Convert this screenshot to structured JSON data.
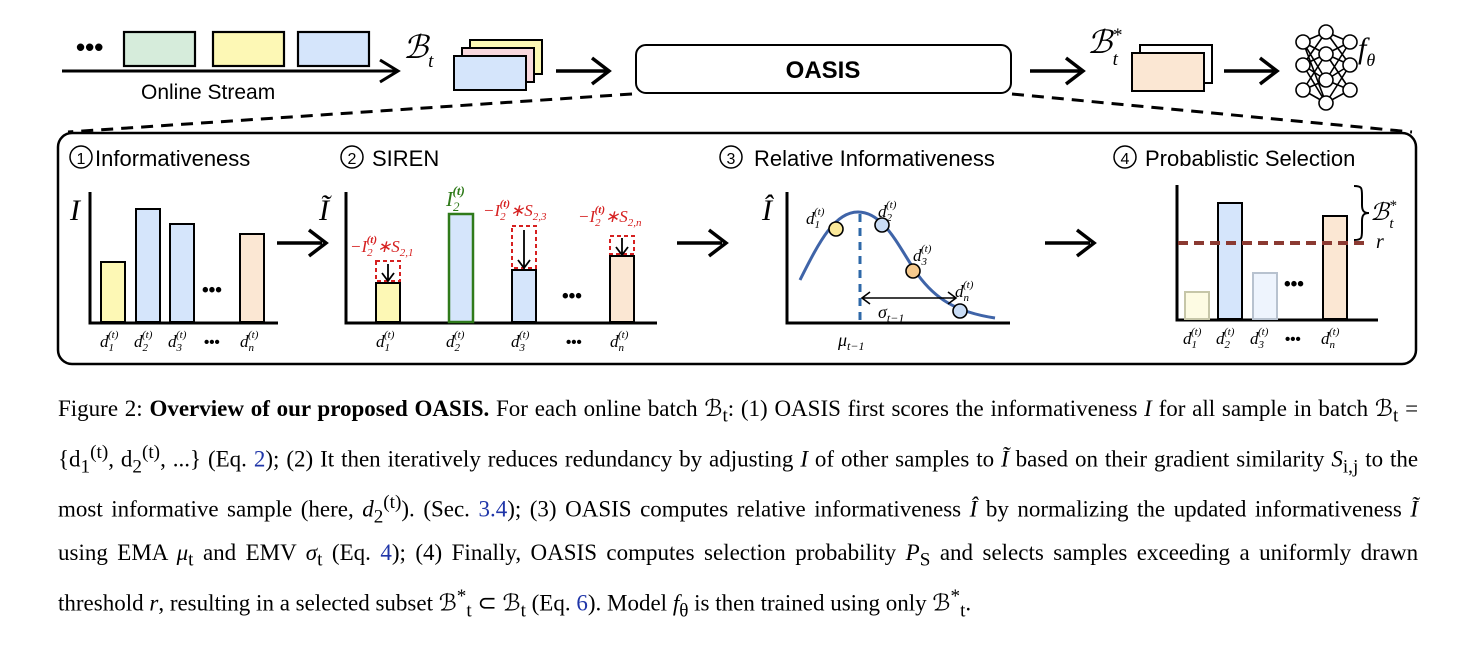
{
  "top_flow": {
    "ellipsis": "•••",
    "stream_label": "Online Stream",
    "batch_symbol": "ℬ",
    "batch_sub": "t",
    "oasis_label": "OASIS",
    "selected_symbol": "ℬ",
    "selected_sup": "*",
    "selected_sub": "t",
    "model_symbol": "f",
    "model_sub": "θ"
  },
  "panels": {
    "p1": {
      "num": "1",
      "title": "Informativeness",
      "axis": "I"
    },
    "p2": {
      "num": "2",
      "title": "SIREN",
      "axis": "Ĩ",
      "top_label_base": "I",
      "top_label_sub": "2",
      "top_label_sup": "(t)",
      "adj_minus": "−I",
      "adj_star": "∗S",
      "adj_subs": [
        "2,1",
        "2,3",
        "2,n"
      ]
    },
    "p3": {
      "num": "3",
      "title": "Relative Informativeness",
      "axis": "Î",
      "sigma": "σ",
      "sigma_sub": "t−1",
      "mu": "μ",
      "mu_sub": "t−1"
    },
    "p4": {
      "num": "4",
      "title": "Probablistic Selection",
      "brace_label_base": "ℬ",
      "brace_label_sup": "*",
      "brace_label_sub": "t",
      "threshold": "r"
    }
  },
  "sample": {
    "base": "d",
    "sup": "(t)",
    "subs": [
      "1",
      "2",
      "3",
      "n"
    ],
    "dots": "•••"
  },
  "colors": {
    "green": "#d6ecdb",
    "yellow": "#fdf8b5",
    "blue": "#d5e5fb",
    "peach": "#fbe7d3",
    "pink": "#f9d9de",
    "red": "#d62020",
    "dark_green": "#2f7a1a",
    "curve": "#3f64a8",
    "dashed_blue": "#2e68a8",
    "threshold": "#8b3a32",
    "dot_yellow": "#fbe99a",
    "dot_blue": "#c9dcf5",
    "dot_orange": "#f5c98d",
    "ref": "#1f35a8"
  },
  "caption": {
    "figure_label": "Figure 2:",
    "bold_title": "Overview of our proposed OASIS.",
    "line1_rest": "For each online batch ℬ",
    "s1": ": (1) OASIS first scores the informativeness",
    "s2": "I",
    "s3": "for all sample in batch ℬ",
    "s4": "= {d",
    "s5": ", d",
    "s6": ", ...} (Eq.",
    "eq2": "2",
    "s7": "); (2) It then iteratively reduces redundancy by adjusting",
    "s8": "I",
    "s9": "of other samples to",
    "s10": "Ĩ",
    "s11": "based on their gradient similarity",
    "s12": "S",
    "s12_sub": "i,j",
    "s13": "to the most informative sample (here,",
    "s14": "d",
    "s15": "). (Sec.",
    "sec34": "3.4",
    "s16": "); (3) OASIS computes relative informativeness",
    "s17": "Î",
    "s18": "by normalizing the updated informativeness",
    "s19": "Ĩ",
    "s20": "using EMA",
    "s21": "μ",
    "s21_sub": "t",
    "s22": "and EMV",
    "s23": "σ",
    "s23_sub": "t",
    "s24": "(Eq.",
    "eq4": "4",
    "s25": "); (4) Finally, OASIS computes selection probability",
    "s26": "P",
    "s26_sub": "S",
    "s27": "and selects samples exceeding a uniformly drawn threshold",
    "s28": "r",
    "s29": ", resulting in a selected subset ℬ",
    "s30": "⊂ ℬ",
    "s31": "(Eq.",
    "eq6": "6",
    "s32": "). Model",
    "s33": "f",
    "s33_sub": "θ",
    "s34": "is then trained using only ℬ",
    "s35": ".",
    "sup_t": "(t)",
    "sub_1": "1",
    "sub_2": "2",
    "sub_t": "t",
    "sup_star": "*"
  }
}
